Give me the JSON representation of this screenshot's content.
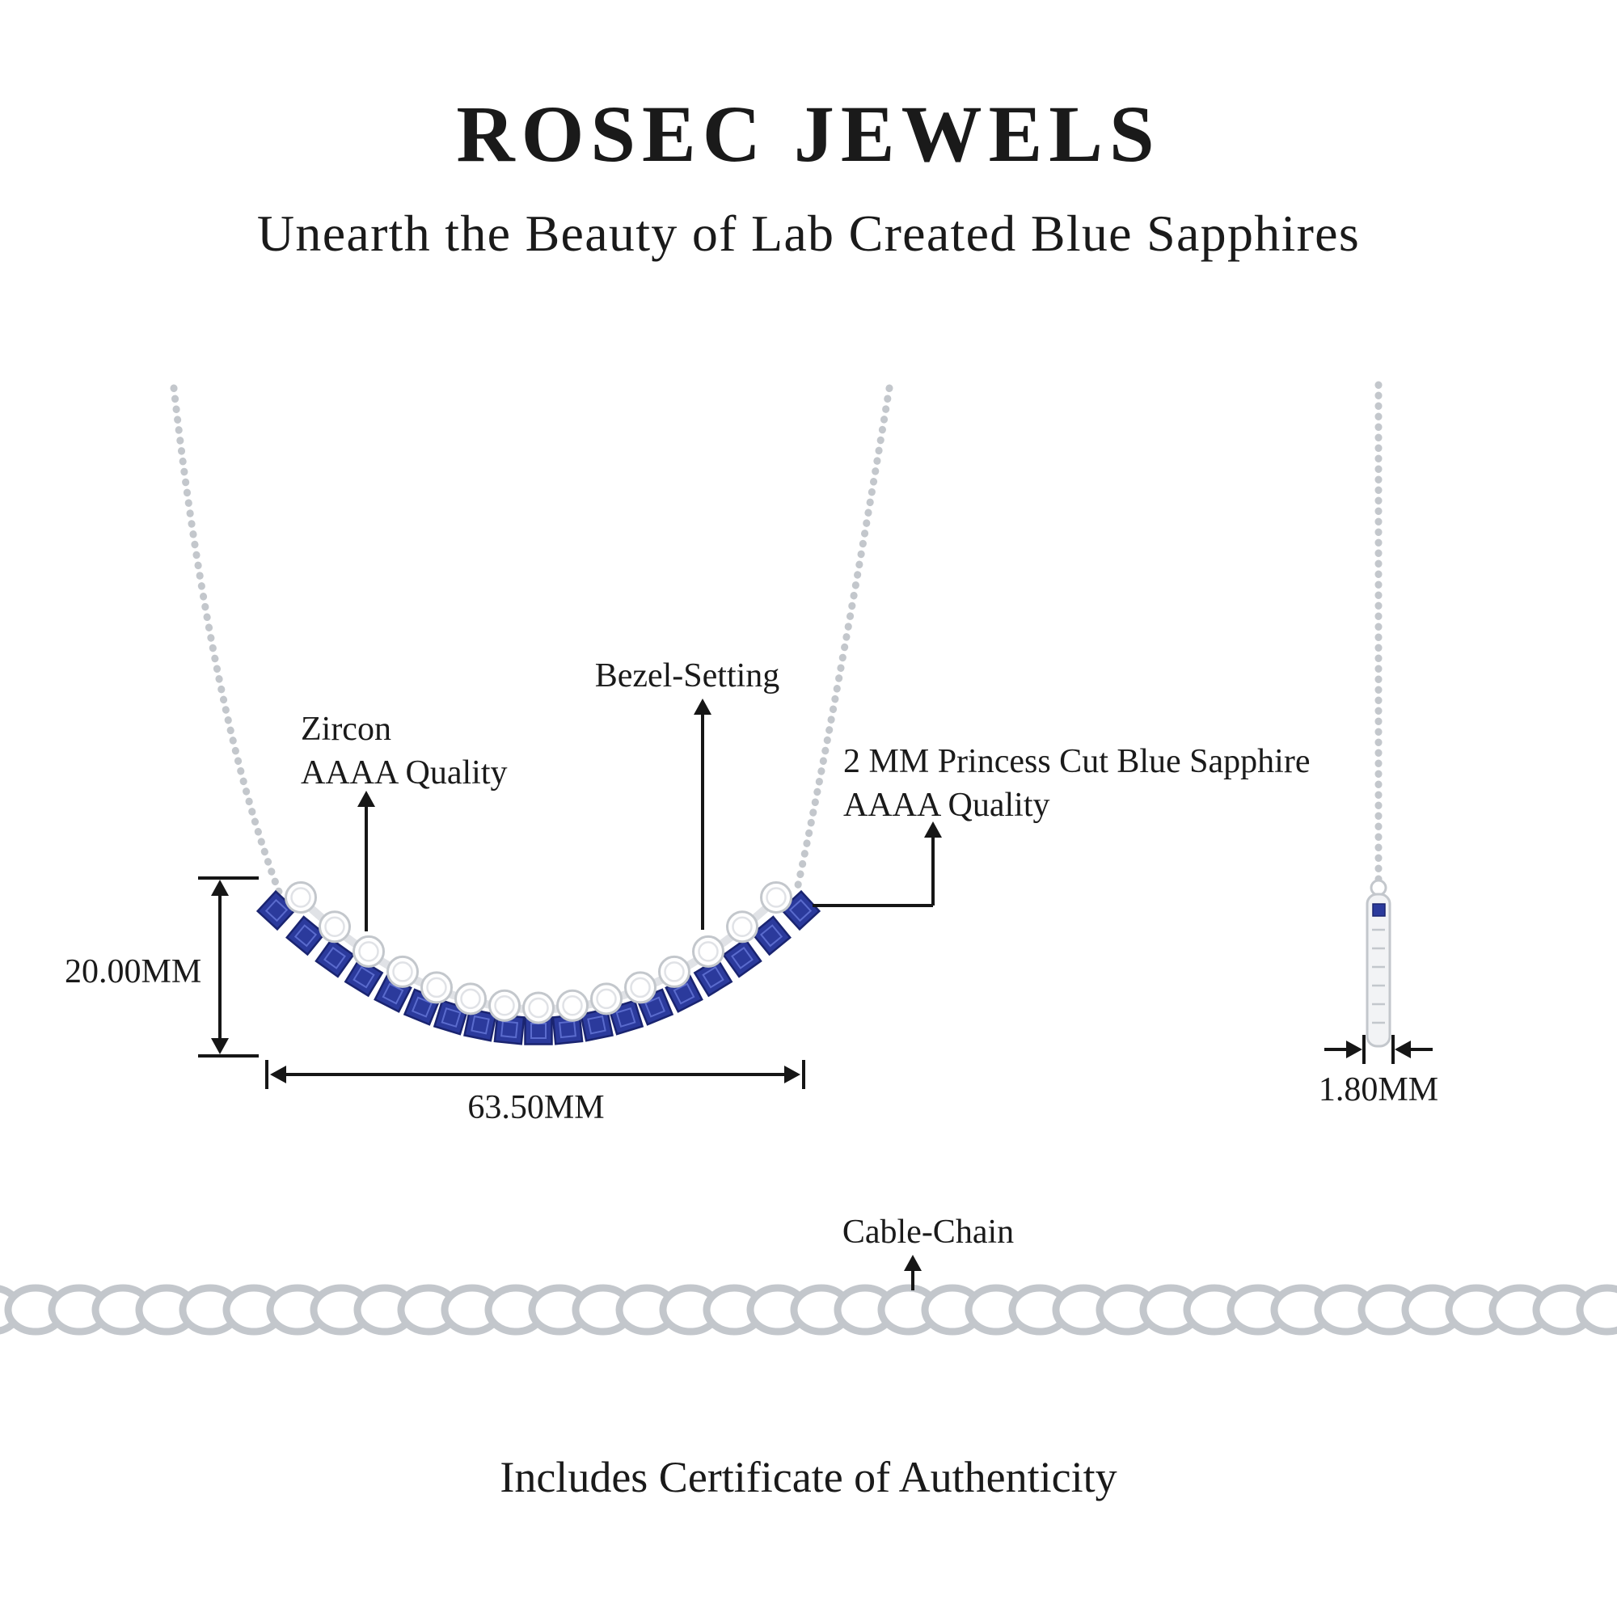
{
  "page": {
    "brand": "ROSEC JEWELS",
    "tagline": "Unearth the Beauty of Lab Created Blue Sapphires",
    "footer": "Includes Certificate of Authenticity"
  },
  "annotations": {
    "bezel": "Bezel-Setting",
    "zircon_line1": "Zircon",
    "zircon_line2": "AAAA Quality",
    "sapphire_line1": "2 MM Princess Cut Blue Sapphire",
    "sapphire_line2": "AAAA Quality",
    "cable_chain": "Cable-Chain"
  },
  "measurements": {
    "height": "20.00MM",
    "width": "63.50MM",
    "thickness": "1.80MM"
  },
  "illustration": {
    "sapphire_count": 19,
    "zircon_count": 15,
    "side_facet_count": 6,
    "cable_link_count": 39,
    "colors": {
      "sapphire": "#2b3a9c",
      "sapphire_dark": "#1a2470",
      "sapphire_light": "#5a6bcd",
      "metal": "#c3c7cc",
      "metal_light": "#e0e2e6",
      "ink": "#161616"
    }
  }
}
